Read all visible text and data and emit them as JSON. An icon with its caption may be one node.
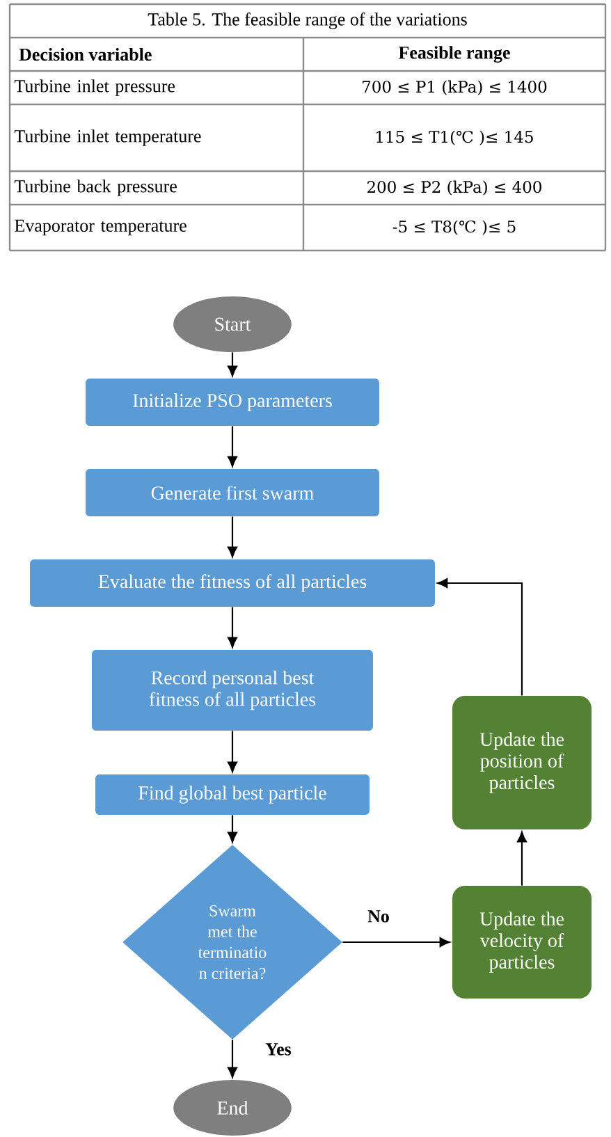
{
  "diagram": {
    "title": "Table 5. The feasible range of the variations",
    "nodes": [
      {
        "text": [
          "Start"
        ]
      },
      {
        "text": [
          "Initialize PSO parameters"
        ]
      },
      {
        "text": [
          "Generate first swarm"
        ]
      },
      {
        "text": [
          "Evaluate the fitness of all particles"
        ]
      },
      {
        "text": [
          "Record personal best fitness of all particles"
        ]
      },
      {
        "text": [
          "Find global best particle"
        ]
      },
      {
        "text": [
          "Swarm met the terminatio n criteria?"
        ]
      },
      {
        "text": [
          "Update the position of particles"
        ]
      },
      {
        "text": [
          "Update the velocity of particles"
        ]
      },
      {
        "text": [
          "End"
        ]
      }
    ],
    "edges": [
      {
        "from": 0,
        "to": 1,
        "arrow": "to"
      },
      {
        "from": 1,
        "to": 2,
        "arrow": "to"
      },
      {
        "from": 2,
        "to": 3,
        "arrow": "to"
      },
      {
        "from": 3,
        "to": 4,
        "arrow": "to"
      },
      {
        "from": 4,
        "to": 5,
        "arrow": "to"
      },
      {
        "from": 5,
        "to": 6,
        "arrow": "to"
      },
      {
        "from": 6,
        "to": 8,
        "arrow": "to",
        "label": "No"
      },
      {
        "from": 8,
        "to": 7,
        "arrow": "to"
      },
      {
        "from": 7,
        "to": 3,
        "arrow": "to"
      },
      {
        "from": 6,
        "to": 9,
        "arrow": "to",
        "label": "Yes"
      }
    ],
    "labels": [
      "Decision variable",
      "Feasible range",
      "Turbine inlet pressure",
      "700 ≤ P1 (kPa) ≤ 1400",
      "Turbine inlet temperature",
      "115 ≤ T1(℃ )≤ 145",
      "Turbine back pressure",
      "200 ≤ P2 (kPa) ≤ 400",
      "Evaporator temperature",
      "-5 ≤ T8(℃ )≤ 5"
    ]
  }
}
